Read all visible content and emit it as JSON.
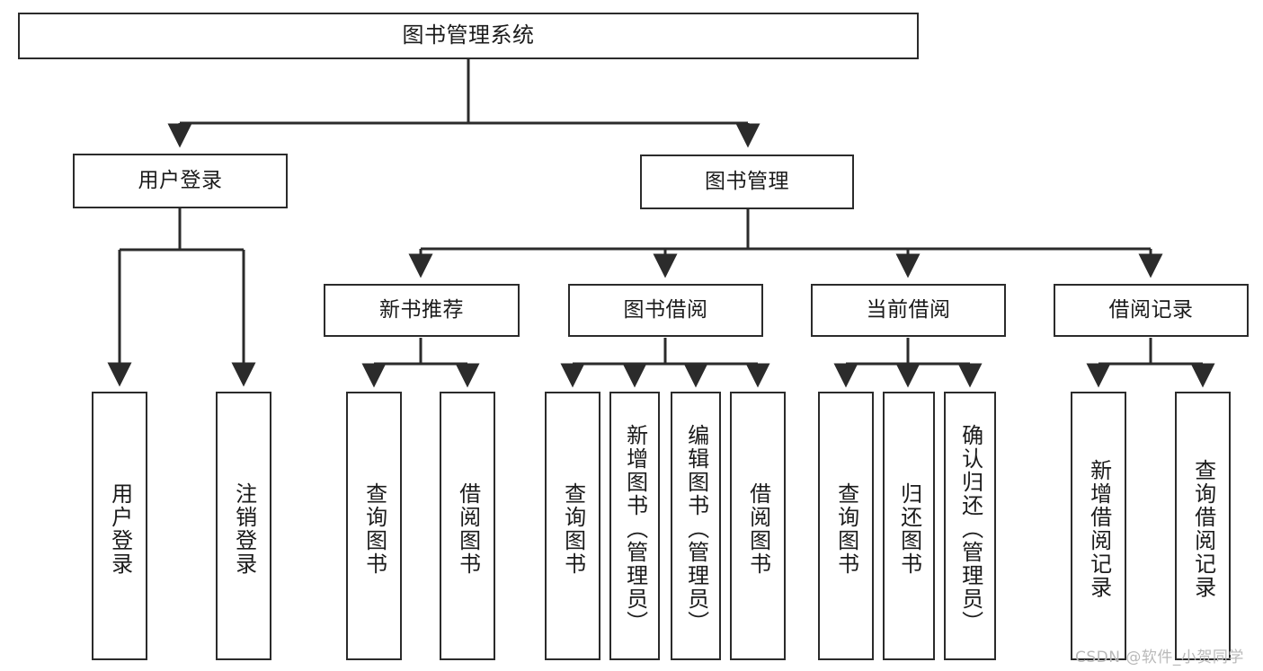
{
  "diagram": {
    "title": "图书管理系统",
    "type": "tree",
    "root": {
      "label": "图书管理系统"
    },
    "level2": [
      {
        "label": "用户登录"
      },
      {
        "label": "图书管理"
      }
    ],
    "level3": [
      {
        "label": "新书推荐"
      },
      {
        "label": "图书借阅"
      },
      {
        "label": "当前借阅"
      },
      {
        "label": "借阅记录"
      }
    ],
    "leaves": {
      "user_login": [
        {
          "label": "用户登录"
        },
        {
          "label": "注销登录"
        }
      ],
      "new_book_recommend": [
        {
          "label": "查询图书"
        },
        {
          "label": "借阅图书"
        }
      ],
      "book_borrow": [
        {
          "label": "查询图书"
        },
        {
          "label": "新增图书（管理员）"
        },
        {
          "label": "编辑图书（管理员）"
        },
        {
          "label": "借阅图书"
        }
      ],
      "current_borrow": [
        {
          "label": "查询图书"
        },
        {
          "label": "归还图书"
        },
        {
          "label": "确认归还（管理员）"
        }
      ],
      "borrow_record": [
        {
          "label": "新增借阅记录"
        },
        {
          "label": "查询借阅记录"
        }
      ]
    }
  },
  "watermark": {
    "text": "CSDN @软件_小贺同学"
  },
  "colors": {
    "stroke": "#2b2b2b",
    "fill": "#ffffff",
    "text": "#1b1b1b",
    "watermark": "#b9b9b9"
  }
}
